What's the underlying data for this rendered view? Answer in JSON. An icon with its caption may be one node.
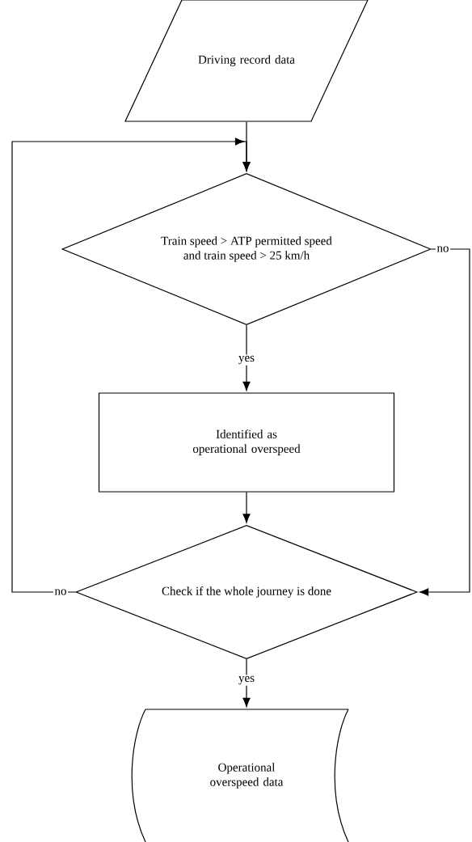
{
  "diagram": {
    "nodes": [
      {
        "text": [
          "Driving record data"
        ]
      },
      {
        "text": [
          "Train speed > ATP permitted speed and train speed > 25 km/h"
        ]
      },
      {
        "text": [
          "Identified as operational overspeed"
        ]
      },
      {
        "text": [
          "Check if the whole journey is done"
        ]
      },
      {
        "text": [
          "Operational overspeed data"
        ]
      }
    ],
    "edges": [
      {
        "from": 0,
        "to": 1,
        "arrow": "to"
      },
      {
        "from": 1,
        "to": 2,
        "arrow": "to",
        "label": "yes"
      },
      {
        "from": 2,
        "to": 3,
        "arrow": "to"
      },
      {
        "from": 3,
        "to": 1,
        "arrow": "to",
        "label": "no"
      },
      {
        "from": 1,
        "to": 3,
        "arrow": "to",
        "label": "no"
      },
      {
        "from": 3,
        "to": 4,
        "arrow": "to",
        "label": "yes"
      }
    ]
  }
}
